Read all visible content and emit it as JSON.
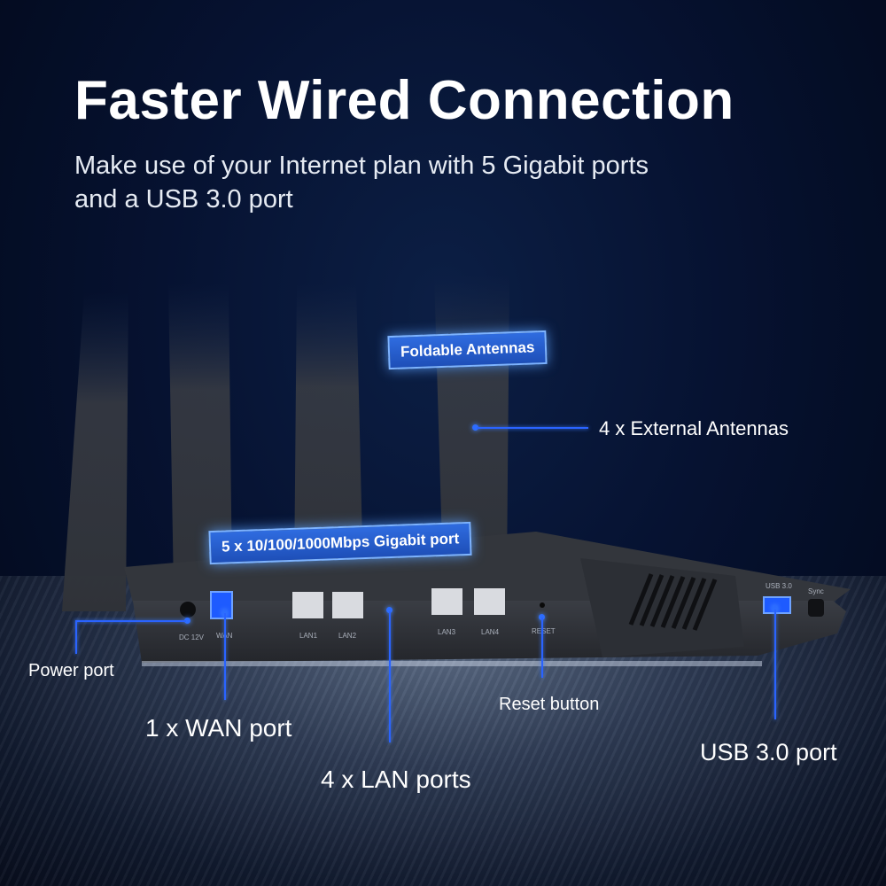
{
  "header": {
    "title": "Faster Wired Connection",
    "subtitle": "Make use of your Internet plan with 5 Gigabit ports\n and a USB 3.0 port"
  },
  "callouts": {
    "antennas_box": "Foldable Antennas",
    "gigabit_box": "5 x 10/100/1000Mbps Gigabit port"
  },
  "labels": {
    "external_antennas": "4 x External Antennas",
    "power_port": "Power port",
    "wan_port": "1 x WAN port",
    "lan_ports": "4 x LAN ports",
    "reset_button": "Reset button",
    "usb_port": "USB 3.0 port"
  },
  "device_markings": {
    "dc": "DC 12V",
    "wan": "WAN",
    "lan1": "LAN1",
    "lan2": "LAN2",
    "lan3": "LAN3",
    "lan4": "LAN4",
    "reset": "RESET",
    "usb": "USB 3.0",
    "sync": "Sync"
  },
  "colors": {
    "accent": "#2a63ff",
    "callout_fill": "#2f6ce0",
    "body": "#2b2e34"
  }
}
